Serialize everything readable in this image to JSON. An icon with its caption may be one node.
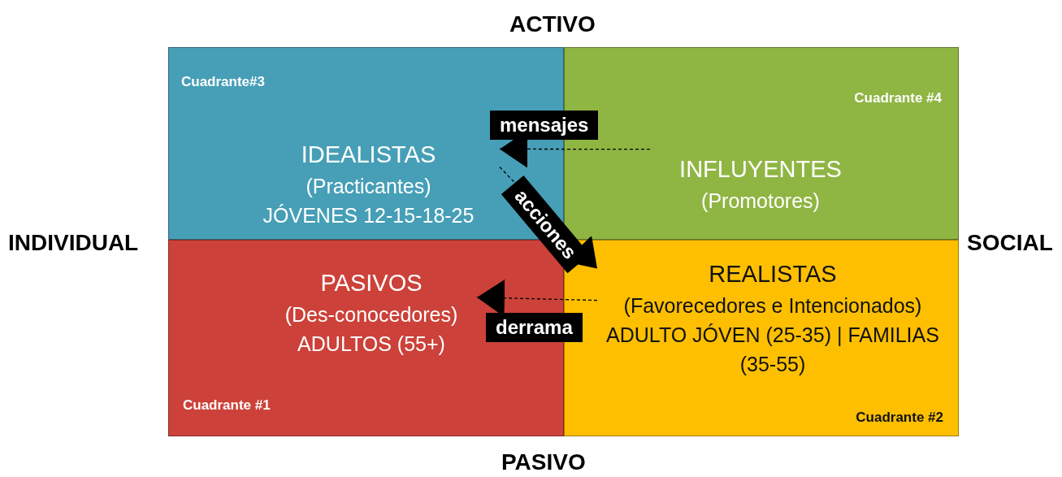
{
  "diagram": {
    "nodes": [
      {
        "text": [
          "Cuadrante#3"
        ]
      },
      {
        "text": [
          "IDEALISTAS",
          "(Practicantes)",
          "JÓVENES 12-15-18-25"
        ],
        "in": 0
      },
      {
        "text": [
          "Cuadrante #4"
        ]
      },
      {
        "text": [
          "INFLUYENTES",
          "(Promotores)"
        ],
        "in": 2
      },
      {
        "text": [
          "Cuadrante #1"
        ]
      },
      {
        "text": [
          "PASIVOS",
          "(Des-conocedores)",
          "ADULTOS (55+)"
        ],
        "in": 4
      },
      {
        "text": [
          "Cuadrante #2"
        ]
      },
      {
        "text": [
          "REALISTAS",
          "(Favorecedores e Intencionados)",
          "ADULTO JÓVEN (25-35) | FAMILIAS (35-55)"
        ],
        "in": 6
      }
    ],
    "edges": [
      {
        "from": 3,
        "to": 1,
        "arrow": "to",
        "label": "mensajes",
        "style": "dashed"
      },
      {
        "from": 1,
        "to": 7,
        "arrow": "to",
        "label": "acciones",
        "style": "dashed"
      },
      {
        "from": 7,
        "to": 5,
        "arrow": "to",
        "label": "derrama",
        "style": "dashed"
      }
    ],
    "labels": [
      "ACTIVO",
      "INDIVIDUAL",
      "SOCIAL",
      "PASIVO"
    ]
  }
}
